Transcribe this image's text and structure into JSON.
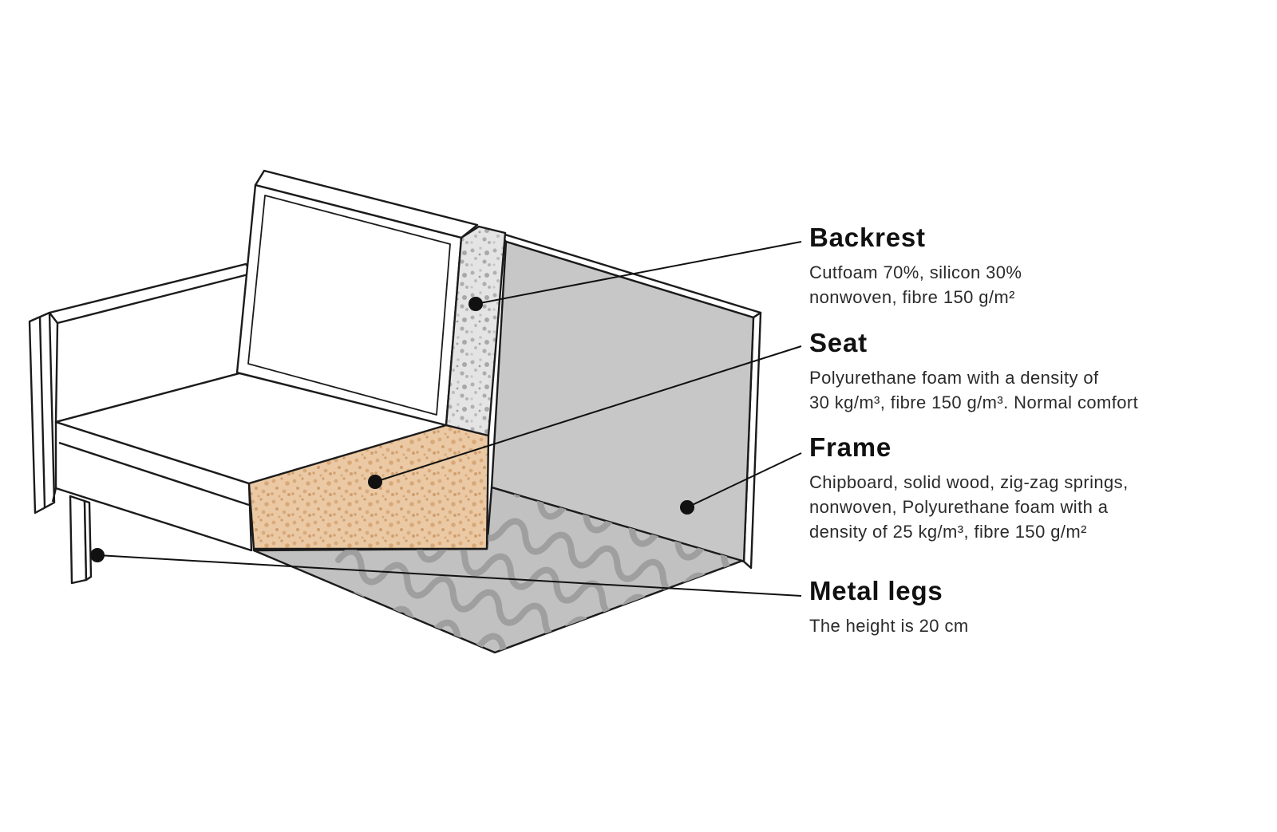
{
  "figure": {
    "description": "Sofa cutaway construction diagram",
    "colors": {
      "background": "#ffffff",
      "outline": "#1b1b1b",
      "frame_gray": "#c7c7c7",
      "floor_gray": "#c1c1c1",
      "spring_gray": "#9f9f9f",
      "foam_tan": "#ebc9a4",
      "foam_speckle_base": "#e4e4e4"
    }
  },
  "annotations": [
    {
      "id": "backrest",
      "title": "Backrest",
      "lines": [
        "Cutfoam 70%, silicon 30%",
        "nonwoven, fibre 150 g/m²"
      ]
    },
    {
      "id": "seat",
      "title": "Seat",
      "lines": [
        "Polyurethane foam with a density of",
        "30 kg/m³, fibre 150 g/m³. Normal comfort"
      ]
    },
    {
      "id": "frame",
      "title": "Frame",
      "lines": [
        "Chipboard, solid wood, zig-zag springs,",
        "nonwoven, Polyurethane foam with a",
        "density of 25 kg/m³, fibre 150 g/m²"
      ]
    },
    {
      "id": "metal_legs",
      "title": "Metal legs",
      "lines": [
        "The height is 20 cm"
      ]
    }
  ]
}
